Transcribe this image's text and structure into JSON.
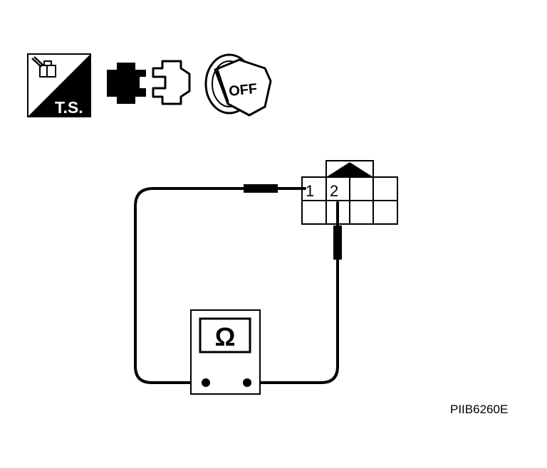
{
  "icons": {
    "ts": {
      "label": "T.S."
    },
    "connector": {
      "name": "connector-disconnect-icon"
    },
    "ignition": {
      "label": "OFF"
    }
  },
  "connector": {
    "pins": [
      {
        "number": "1"
      },
      {
        "number": "2"
      }
    ]
  },
  "meter": {
    "symbol": "Ω"
  },
  "figure_code": "PIIB6260E"
}
